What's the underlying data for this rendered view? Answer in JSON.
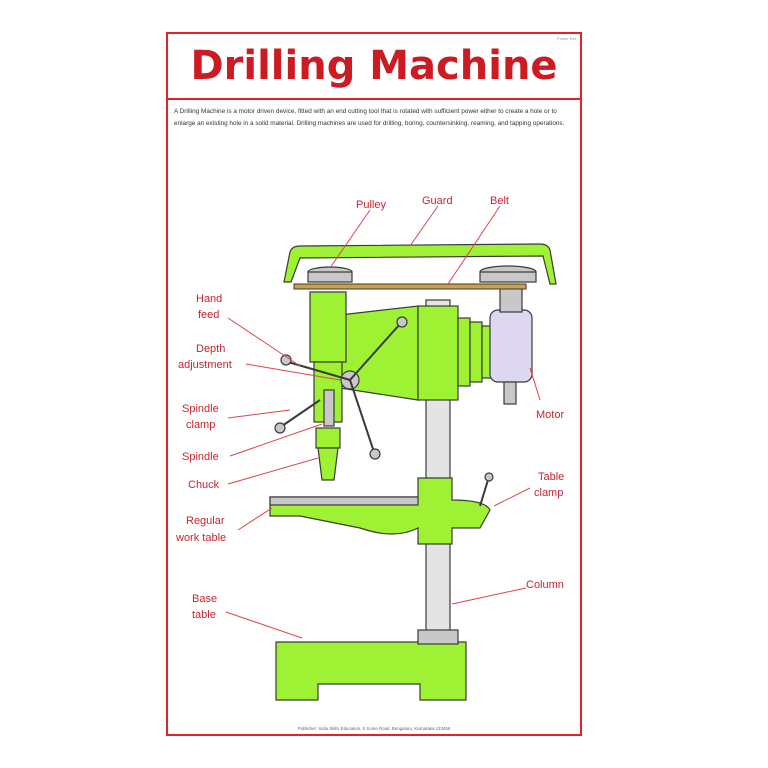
{
  "poster": {
    "title": "Drilling Machine",
    "corner_code": "Poster Ref",
    "intro": "A Drilling Machine is a motor driven device, fitted with an end cutting tool that is rotated with sufficient power either to create a hole or to enlarge an existing hole in a solid material. Drilling machines are used for drilling, boring, countersinking, reaming, and tapping operations.",
    "footer": "Publisher: India Skills Education, 5 Some Road, Bengaluru, Karnataka 123456"
  },
  "labels": {
    "pulley": "Pulley",
    "guard": "Guard",
    "belt": "Belt",
    "hand_feed_1": "Hand",
    "hand_feed_2": "feed",
    "depth_1": "Depth",
    "depth_2": "adjustment",
    "spindle_clamp_1": "Spindle",
    "spindle_clamp_2": "clamp",
    "spindle": "Spindle",
    "chuck": "Chuck",
    "regular_1": "Regular",
    "regular_2": "work table",
    "base_1": "Base",
    "base_2": "table",
    "motor": "Motor",
    "table_clamp_1": "Table",
    "table_clamp_2": "clamp",
    "column": "Column"
  },
  "colors": {
    "accent_red": "#e0232a",
    "machine_green": "#9ef233",
    "motor_lavender": "#ddd8f0"
  }
}
